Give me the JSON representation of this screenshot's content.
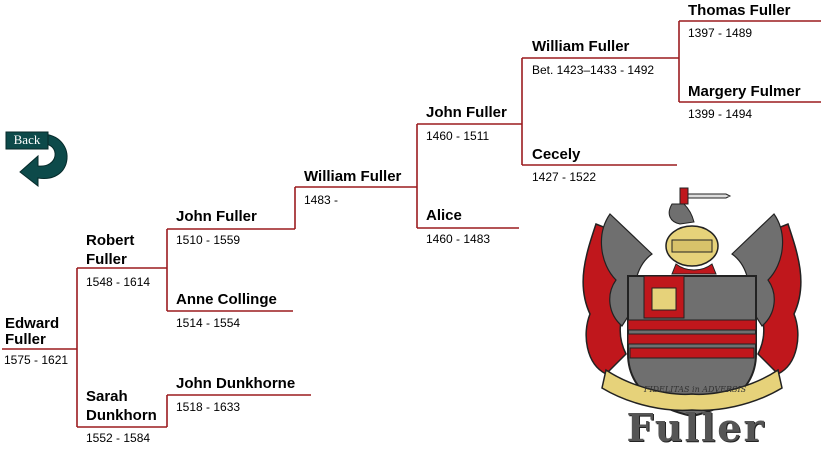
{
  "navigation": {
    "back_label": "Back"
  },
  "people": {
    "edward": {
      "name_line1": "Edward",
      "name_line2": "Fuller",
      "dates": "1575 - 1621"
    },
    "robert": {
      "name_line1": "Robert",
      "name_line2": "Fuller",
      "dates": "1548 - 1614"
    },
    "sarah": {
      "name_line1": "Sarah",
      "name_line2": "Dunkhorn",
      "dates": "1552 - 1584"
    },
    "john_1510": {
      "name": "John Fuller",
      "dates": "1510 - 1559"
    },
    "anne": {
      "name": "Anne Collinge",
      "dates": "1514 - 1554"
    },
    "john_dunkhorne": {
      "name": "John Dunkhorne",
      "dates": "1518 - 1633"
    },
    "william_1483": {
      "name": "William Fuller",
      "dates": "1483 -"
    },
    "john_1460": {
      "name": "John Fuller",
      "dates": "1460 - 1511"
    },
    "alice": {
      "name": "Alice",
      "dates": "1460 - 1483"
    },
    "william_1423": {
      "name": "William Fuller",
      "dates": "Bet. 1423–1433 - 1492"
    },
    "cecely": {
      "name": "Cecely",
      "dates": "1427 - 1522"
    },
    "thomas": {
      "name": "Thomas Fuller",
      "dates": "1397 - 1489"
    },
    "margery": {
      "name": "Margery Fulmer",
      "dates": "1399 - 1494"
    }
  },
  "crest": {
    "motto": "FIDELITAS in ADVERSIS",
    "surname": "Fuller"
  },
  "colors": {
    "line": "#9b1b1f",
    "back_arrow": "#0d4a4a",
    "crest_red": "#c0171c",
    "crest_gray": "#6f6f6f",
    "crest_gold": "#e6d27a"
  }
}
